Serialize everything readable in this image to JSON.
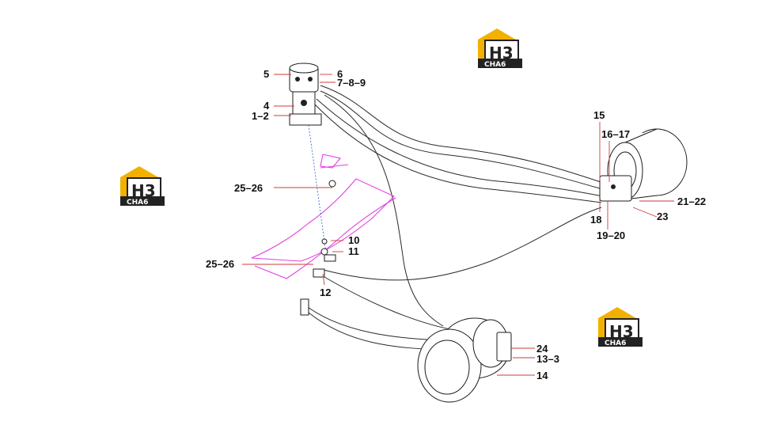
{
  "callouts": {
    "c5": "5",
    "c6": "6",
    "c789": "7–8–9",
    "c4": "4",
    "c12a": "1–2",
    "c2526a": "25–26",
    "c2526b": "25–26",
    "c10": "10",
    "c11": "11",
    "c12": "12",
    "c15": "15",
    "c1617": "16–17",
    "c18": "18",
    "c1920": "19–20",
    "c2122": "21–22",
    "c23": "23",
    "c24": "24",
    "c133": "13–3",
    "c14": "14"
  },
  "watermark": {
    "top": "H3",
    "bottom": "CHA6",
    "colors": {
      "yellow": "#f2b100",
      "dark": "#2a2a2a"
    }
  }
}
